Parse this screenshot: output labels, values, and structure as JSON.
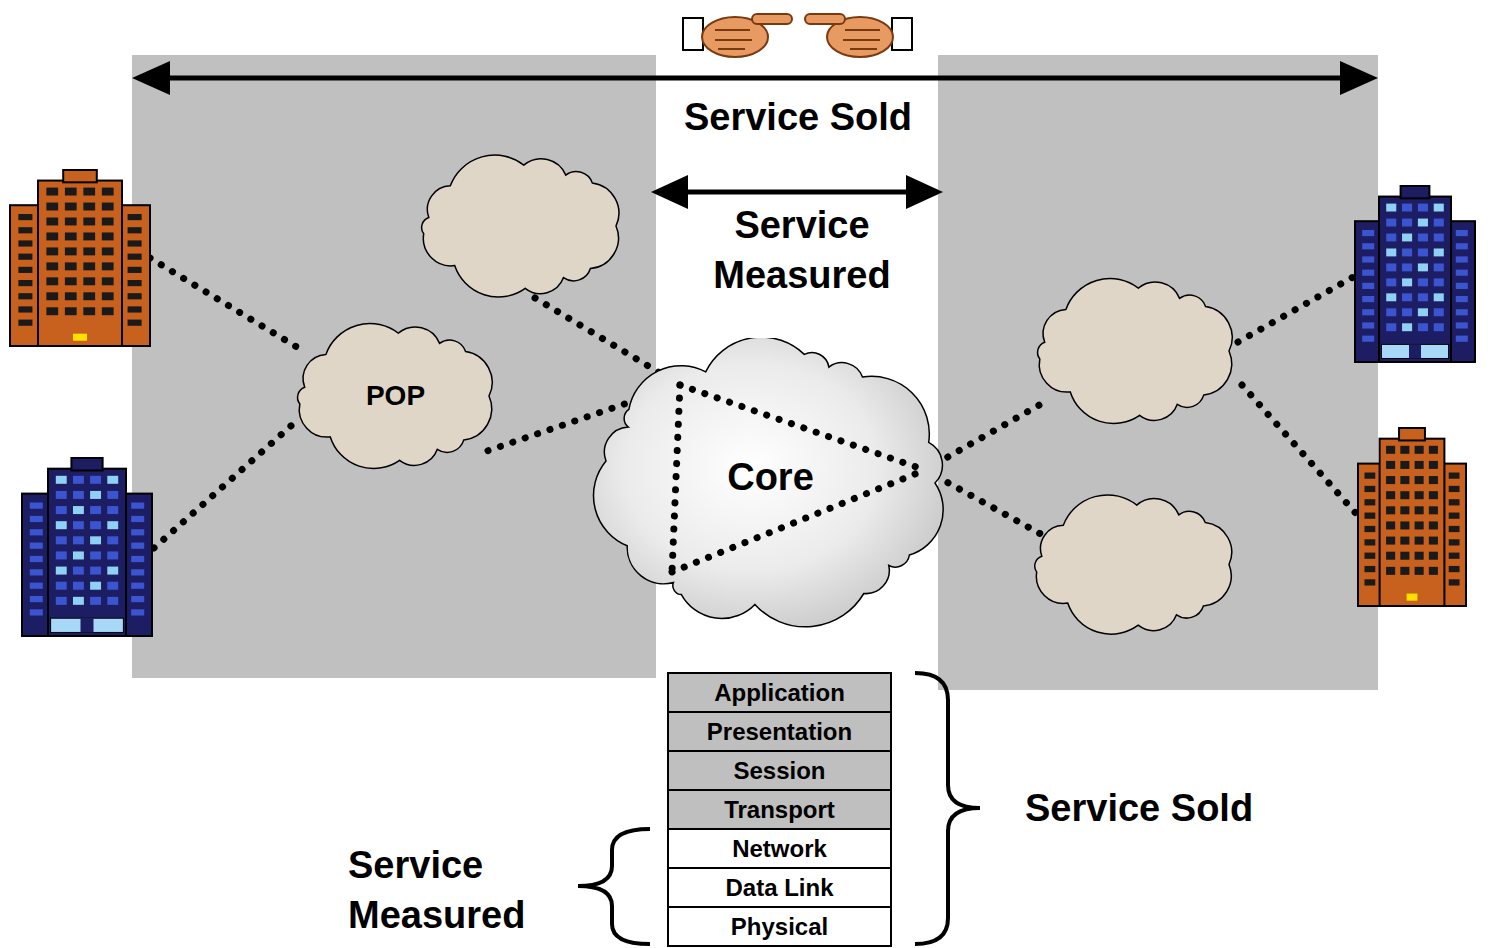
{
  "diagram": {
    "nodes": [
      {
        "text": [
          "POP"
        ]
      },
      {
        "text": [
          "Core"
        ]
      },
      {
        "text": [
          "Application"
        ]
      },
      {
        "text": [
          "Presentation"
        ]
      },
      {
        "text": [
          "Session"
        ]
      },
      {
        "text": [
          "Transport"
        ]
      },
      {
        "text": [
          "Network"
        ]
      },
      {
        "text": [
          "Data Link"
        ]
      },
      {
        "text": [
          "Physical"
        ]
      }
    ],
    "edges": [
      {
        "from": 0,
        "to": 1,
        "arrow": "none"
      }
    ],
    "labels": [
      "Service Sold",
      "Service Measured",
      "Service Sold",
      "Service Measured"
    ]
  }
}
